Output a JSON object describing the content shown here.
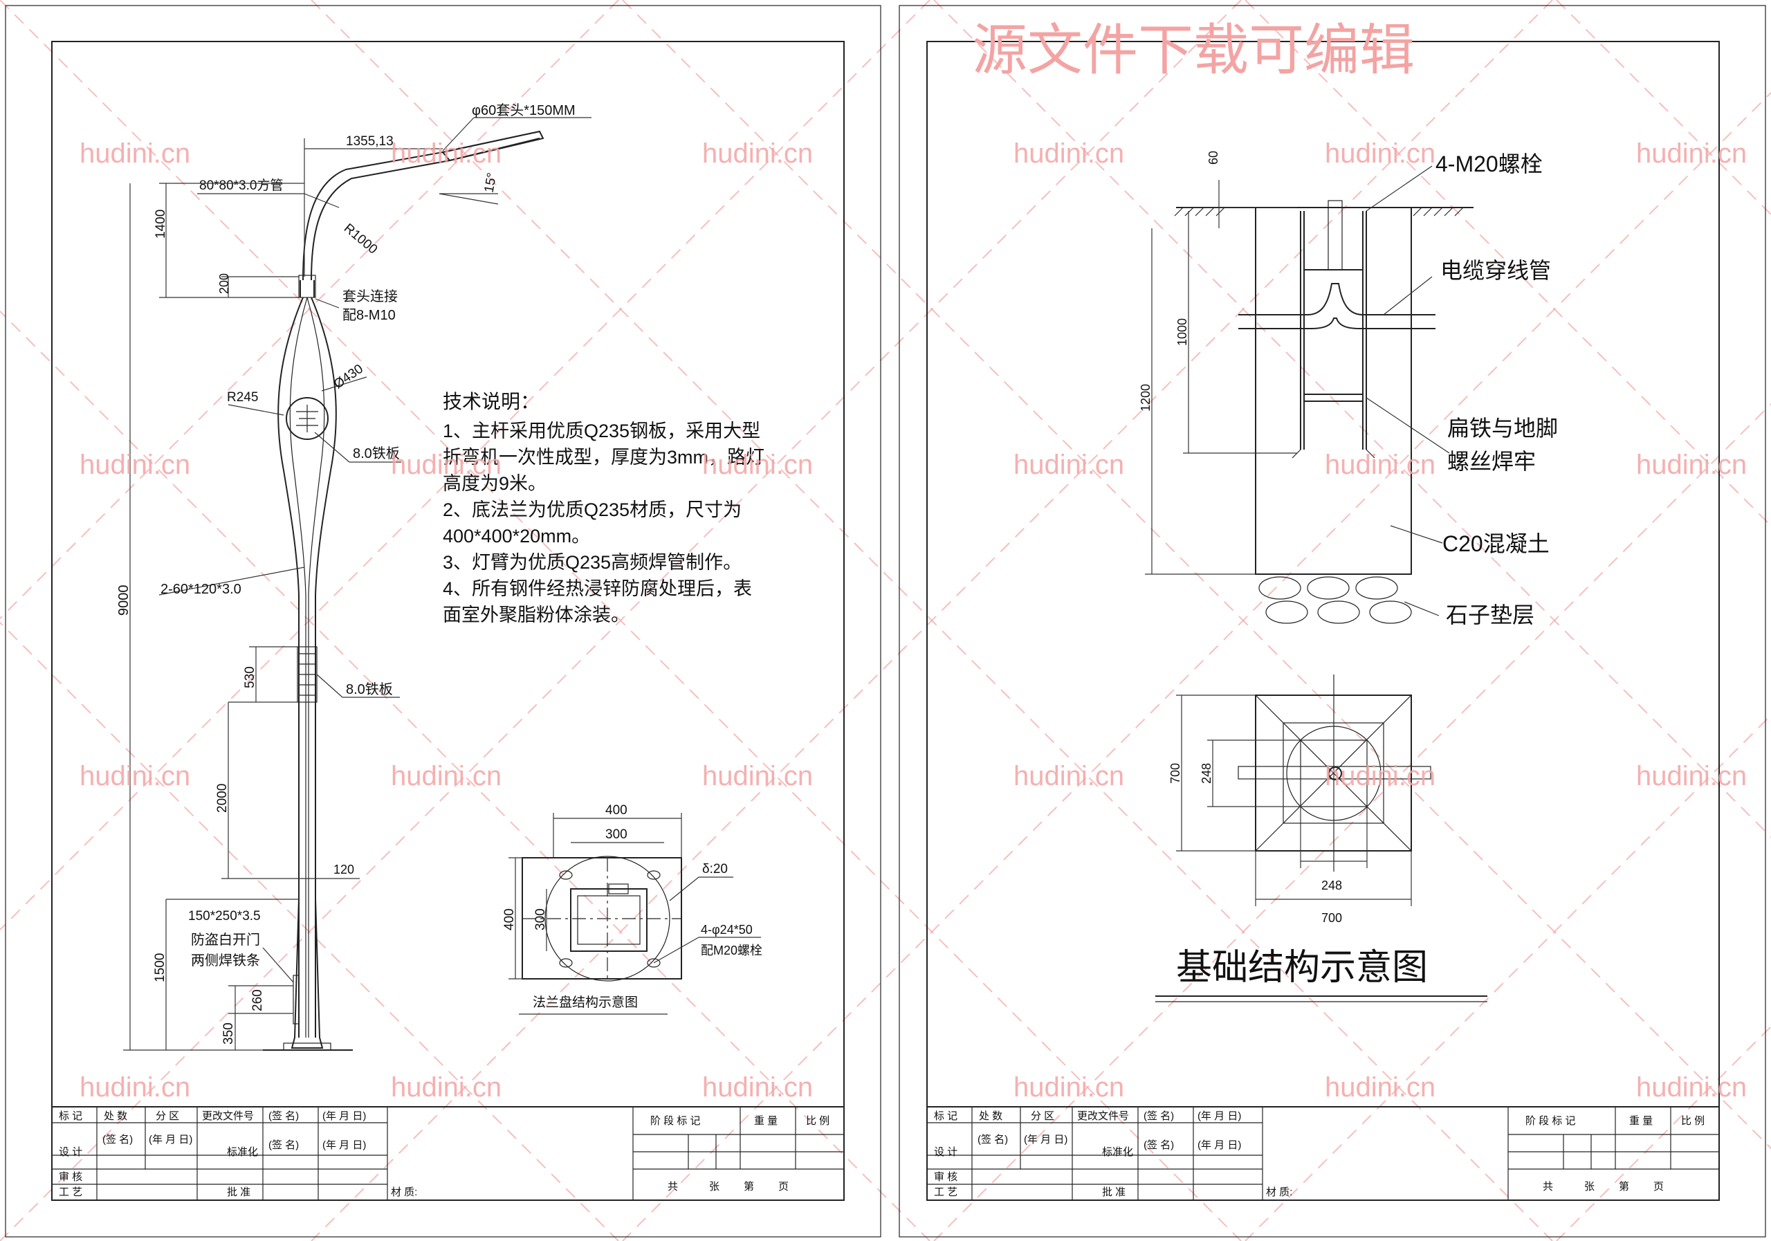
{
  "watermark": {
    "text": "hudini.cn",
    "banner": "源文件下载可编辑",
    "color": "#f4a3a3"
  },
  "pole": {
    "top_fitting": "φ60套头*150MM",
    "arm_length": "1355,13",
    "arm_tube": "80*80*3.0方管",
    "dim_1400": "1400",
    "angle": "15°",
    "radius_r1000": "R1000",
    "dim_200": "200",
    "joint_label_1": "套头连接",
    "joint_label_2": "配8-M10",
    "radius_r245": "R245",
    "dia_430": "Ø430",
    "plate_1": "8.0铁板",
    "tube_section": "2-60*120*3.0",
    "total_height": "9000",
    "dim_530": "530",
    "plate_2": "8.0铁板",
    "dim_2000": "2000",
    "dim_120": "120",
    "door_size": "150*250*3.5",
    "door_label_1": "防盗白开门",
    "door_label_2": "两侧焊铁条",
    "dim_1500": "1500",
    "dim_260": "260",
    "dim_350": "350"
  },
  "notes": {
    "title": "技术说明：",
    "lines": [
      "1、主杆采用优质Q235钢板，采用大型",
      "折弯机一次性成型，厚度为3mm，路灯",
      "高度为9米。",
      "2、底法兰为优质Q235材质，尺寸为",
      "400*400*20mm。",
      "3、灯臂为优质Q235高频焊管制作。",
      "4、所有钢件经热浸锌防腐处理后，表",
      "面室外聚脂粉体涂装。"
    ]
  },
  "flange": {
    "dim_400_top": "400",
    "dim_300_top": "300",
    "dim_400_left": "400",
    "dim_300_left": "300",
    "thickness": "δ:20",
    "holes": "4-φ24*50",
    "bolts": "配M20螺栓",
    "caption": "法兰盘结构示意图"
  },
  "foundation": {
    "dim_60": "60",
    "bolts": "4-M20螺栓",
    "cable": "电缆穿线管",
    "dim_1000": "1000",
    "dim_1200": "1200",
    "weld_1": "扁铁与地脚",
    "weld_2": "螺丝焊牢",
    "concrete": "C20混凝土",
    "gravel": "石子垫层",
    "plan_700_left": "700",
    "plan_248_left": "248",
    "plan_248_bottom": "248",
    "plan_700_bottom": "700",
    "title": "基础结构示意图"
  },
  "title_block": {
    "r1": [
      "标 记",
      "处 数",
      "分 区",
      "更改文件号",
      "(签 名)",
      "(年 月 日)"
    ],
    "r2": [
      "设 计",
      "(签 名)",
      "(年 月 日)",
      "标准化",
      "(签 名)",
      "(年 月 日)"
    ],
    "r3": [
      "审 核",
      "工 艺",
      "批 准"
    ],
    "material": "材 质:",
    "stage_mark": "阶 段 标 记",
    "weight": "重 量",
    "scale": "比 例",
    "total": "共",
    "sheets": "张",
    "page_word": "第",
    "page": "页"
  }
}
